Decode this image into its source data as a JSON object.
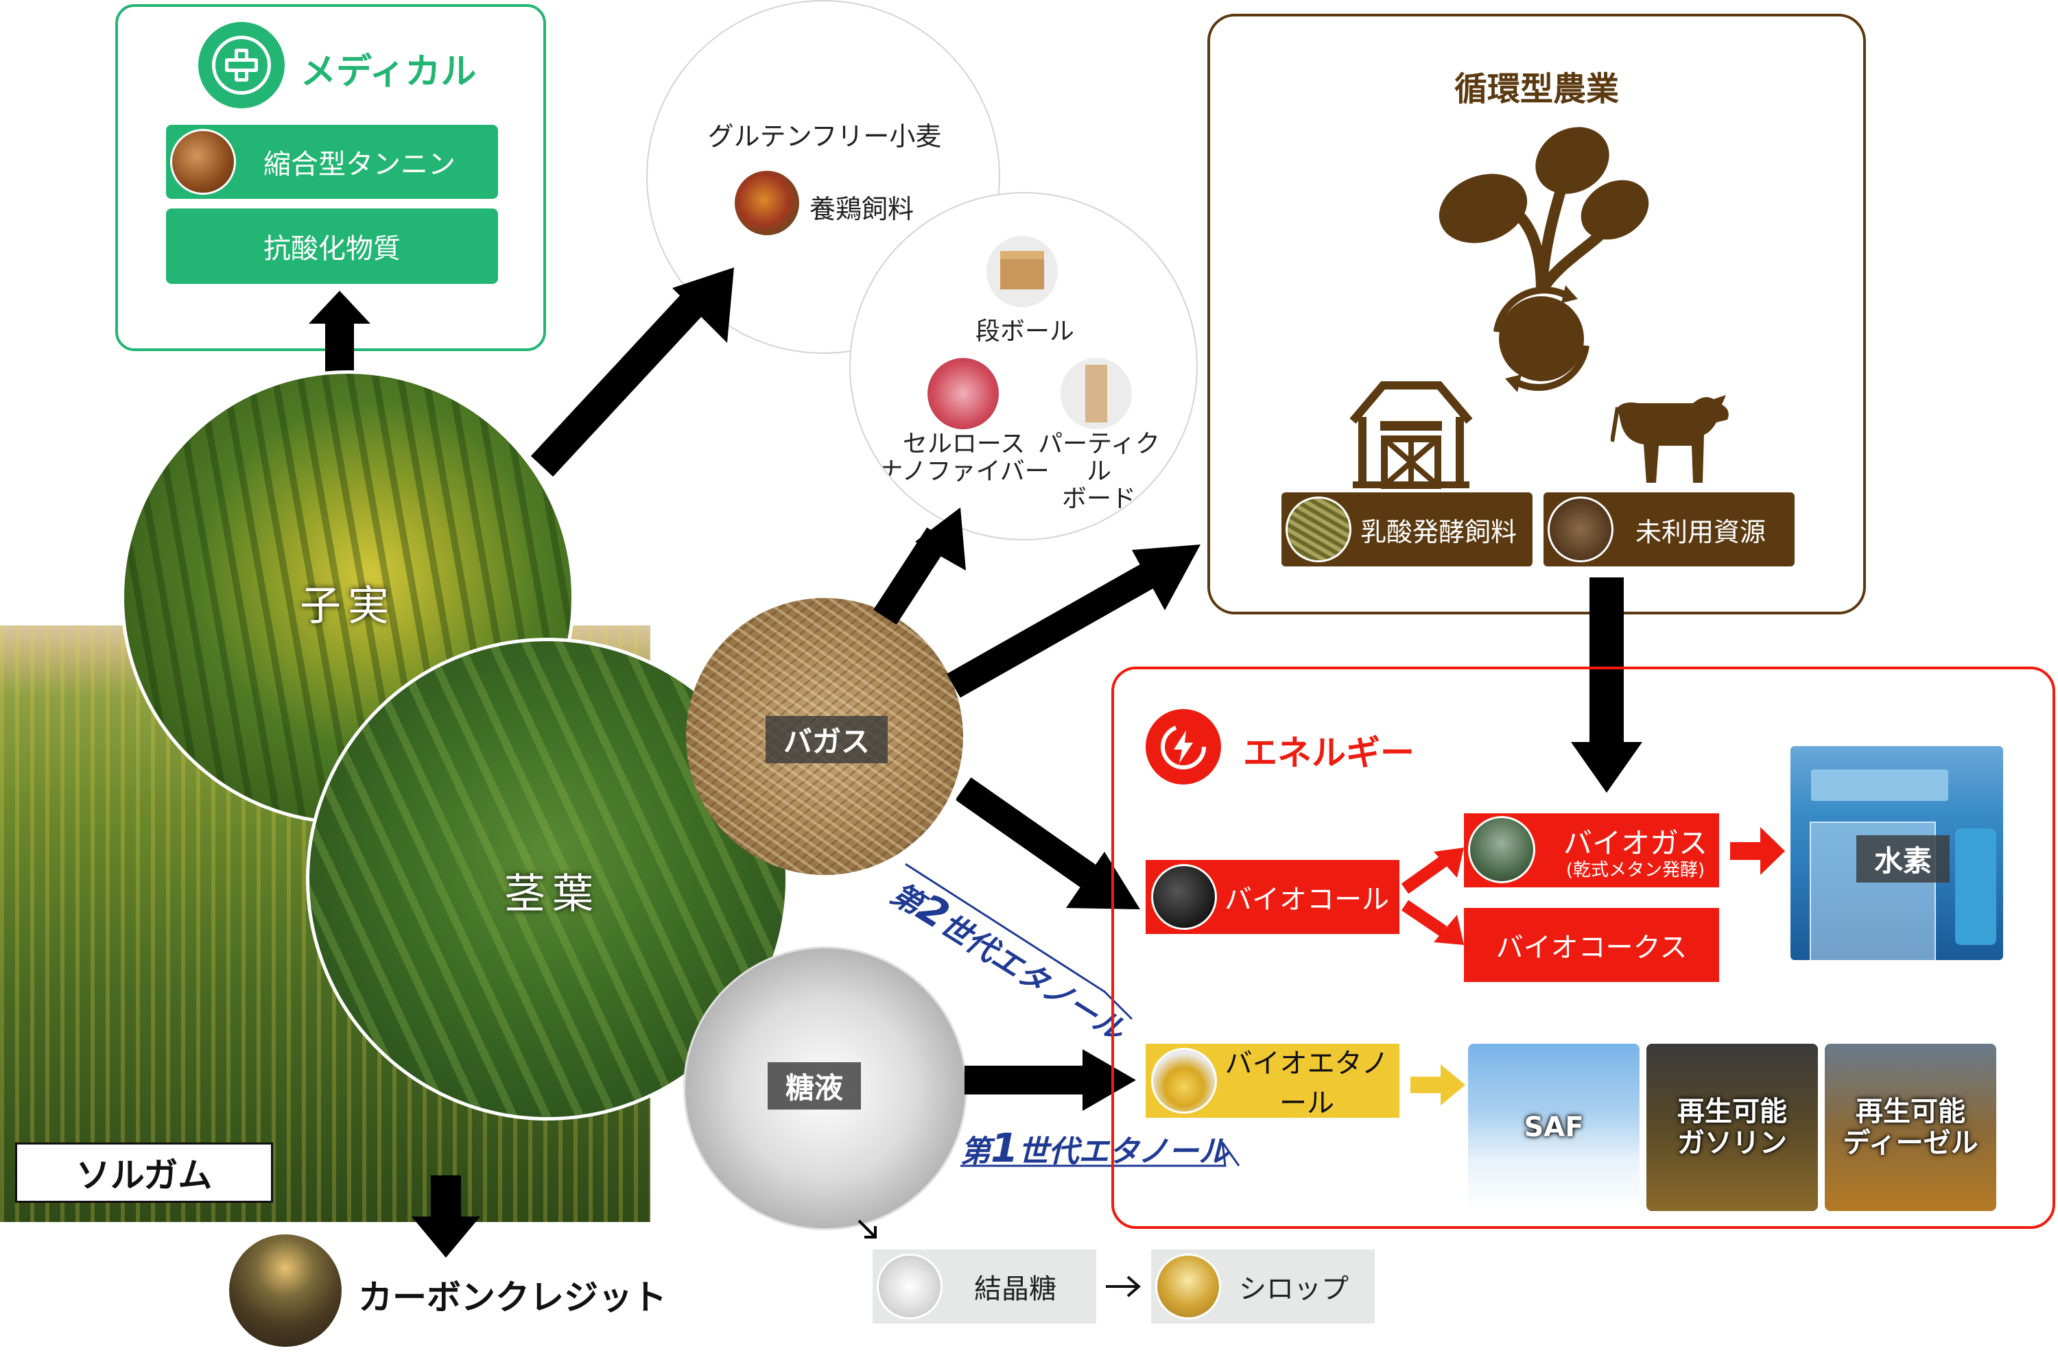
{
  "medical": {
    "title": "メディカル",
    "items": [
      "縮合型タンニン",
      "抗酸化物質"
    ]
  },
  "grain_circle": {
    "title": "グルテンフリー小麦",
    "item": "養鶏飼料"
  },
  "material_circle": {
    "items": [
      "段ボール",
      "セルロース\nナノファイバー",
      "パーティクル\nボード"
    ]
  },
  "circular_farming": {
    "title": "循環型農業",
    "items": [
      "乳酸発酵飼料",
      "未利用資源"
    ]
  },
  "sorghum": {
    "seed_label": "子実",
    "stem_label": "茎葉",
    "name": "ソルガム"
  },
  "bagasse_label": "バガス",
  "sugar_label": "糖液",
  "gen2_label": {
    "prefix": "第",
    "num": "2",
    "suffix": "世代エタノール"
  },
  "gen1_label": {
    "prefix": "第",
    "num": "1",
    "suffix": "世代エタノール"
  },
  "energy": {
    "title": "エネルギー",
    "biocoal": "バイオコール",
    "biogas": "バイオガス",
    "biogas_sub": "(乾式メタン発酵)",
    "biocoke": "バイオコークス",
    "hydrogen": "水素",
    "bioethanol": "バイオエタノール",
    "fuels": [
      "SAF",
      "再生可能\nガソリン",
      "再生可能\nディーゼル"
    ]
  },
  "carbon_credit": "カーボンクレジット",
  "sugar_products": [
    "結晶糖",
    "シロップ"
  ],
  "colors": {
    "green": "#22b573",
    "brown": "#5b3a12",
    "red": "#ee1c10",
    "yellow": "#f0c832",
    "navy": "#1f3a93"
  }
}
